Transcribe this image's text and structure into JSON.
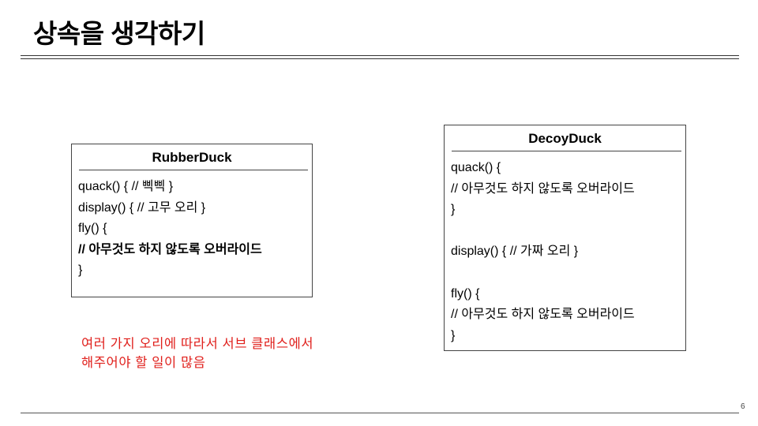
{
  "slide": {
    "title": "상속을 생각하기",
    "page_number": "6"
  },
  "rubber_duck": {
    "name": "RubberDuck",
    "lines": [
      "quack() { // 삑삑 }",
      "display() { // 고무 오리 }",
      "fly() {",
      "// 아무것도 하지 않도록 오버라이드",
      "}"
    ]
  },
  "decoy_duck": {
    "name": "DecoyDuck",
    "lines": [
      "quack() {",
      "// 아무것도 하지 않도록 오버라이드",
      "}",
      "",
      "display() { // 가짜 오리 }",
      "",
      "fly() {",
      "// 아무것도 하지 않도록 오버라이드",
      "}"
    ]
  },
  "note": {
    "line1": "여러 가지 오리에 따라서 서브 클래스에서",
    "line2": "해주어야 할 일이 많음",
    "color": "#e0201c"
  }
}
